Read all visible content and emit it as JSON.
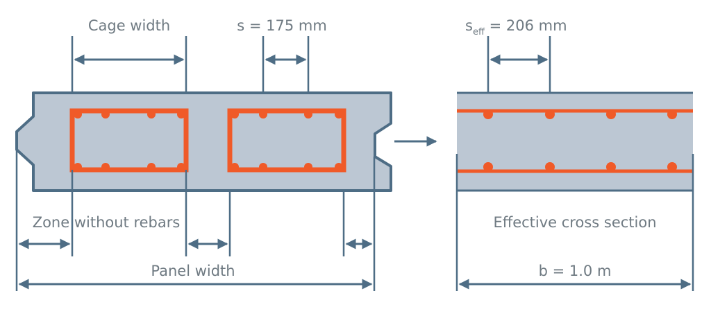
{
  "labels": {
    "cage_width": "Cage width",
    "spacing": "s = 175 mm",
    "s_eff_base": "s",
    "s_eff_sub": "eff",
    "s_eff_value": " = 206 mm",
    "zone_without_rebars": "Zone without rebars",
    "panel_width": "Panel width",
    "effective_cross_section": "Effective cross section",
    "b_value": "b = 1.0 m"
  },
  "colors": {
    "rebar": "#f05a28",
    "concrete": "#bcc7d3",
    "line": "#4e6d85",
    "text": "#6f7a82"
  }
}
